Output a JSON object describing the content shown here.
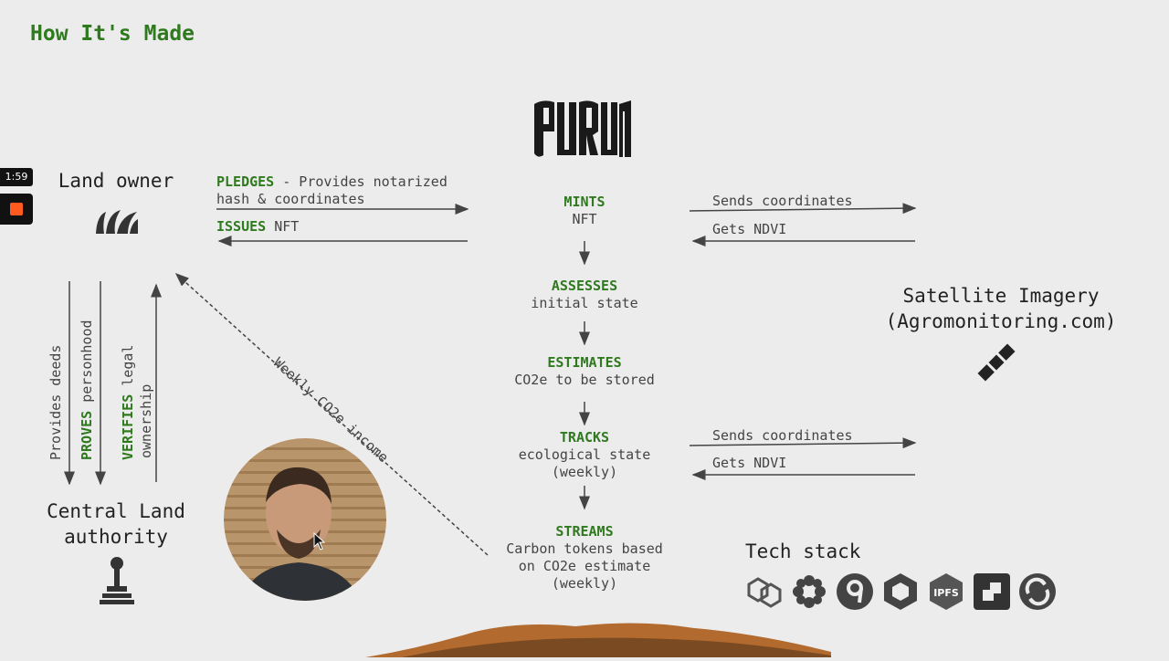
{
  "slide": {
    "title": "How It's Made",
    "logo_text": "PURUM",
    "land_owner": "Land owner",
    "central_authority_line1": "Central Land",
    "central_authority_line2": "authority",
    "satellite_line1": "Satellite Imagery",
    "satellite_line2": "(Agromonitoring.com)",
    "pledges_keyword": "PLEDGES",
    "pledges_text": " - Provides notarized",
    "pledges_text2": "hash & coordinates",
    "issues_keyword": "ISSUES",
    "issues_text": " NFT",
    "provides_deeds": "Provides deeds",
    "proves_keyword": "PROVES",
    "proves_text": " personhood",
    "verifies_keyword": "VERIFIES",
    "verifies_text": " legal",
    "verifies_text2": "ownership",
    "weekly_income": "Weekly CO2e income",
    "sends_coordinates": "Sends coordinates",
    "gets_ndvi": "Gets NDVI",
    "tech_stack": "Tech stack"
  },
  "steps": [
    {
      "keyword": "MINTS",
      "line1": "NFT",
      "line2": ""
    },
    {
      "keyword": "ASSESSES",
      "line1": "initial state",
      "line2": ""
    },
    {
      "keyword": "ESTIMATES",
      "line1": "CO2e to be stored",
      "line2": ""
    },
    {
      "keyword": "TRACKS",
      "line1": "ecological state",
      "line2": "(weekly)"
    },
    {
      "keyword": "STREAMS",
      "line1": "Carbon tokens based",
      "line2": "on CO2e estimate",
      "line3": "(weekly)"
    }
  ],
  "tech_icons": [
    "polygon-icon",
    "flower-icon",
    "nine-icon",
    "hexagon-icon",
    "ipfs-icon",
    "square-logo-icon",
    "sync-icon"
  ],
  "recorder": {
    "time": "1:59"
  },
  "colors": {
    "accent_green": "#2f7a1f",
    "record_orange": "#ff5a1f"
  }
}
